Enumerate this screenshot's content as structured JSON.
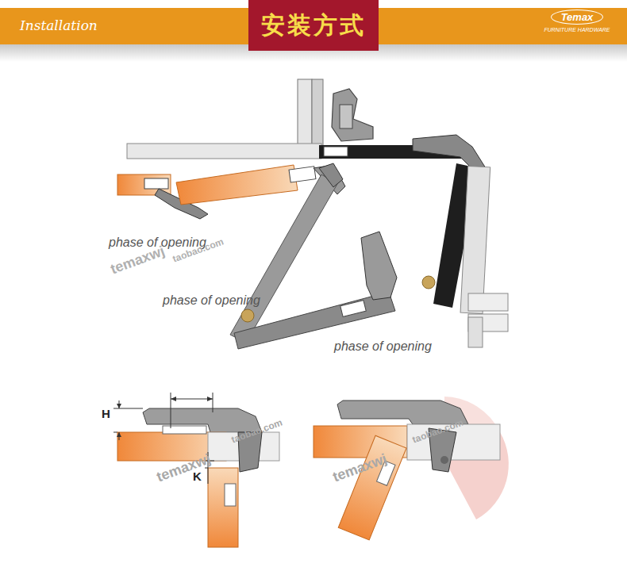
{
  "diagram": {
    "nodes": [
      {
        "text": [
          "Installation"
        ]
      },
      {
        "text": [
          "安装方式"
        ],
        "in": 0
      },
      {
        "text": [
          "Temax",
          "FURNITURE HARDWARE"
        ],
        "in": 0
      }
    ],
    "labels": [
      "phase of opening",
      "phase of opening",
      "phase of opening",
      "H",
      "K",
      "temaxwj",
      "taobao.com",
      "temaxwj",
      "taobao.com",
      "temaxwj",
      "taobao.com"
    ]
  }
}
